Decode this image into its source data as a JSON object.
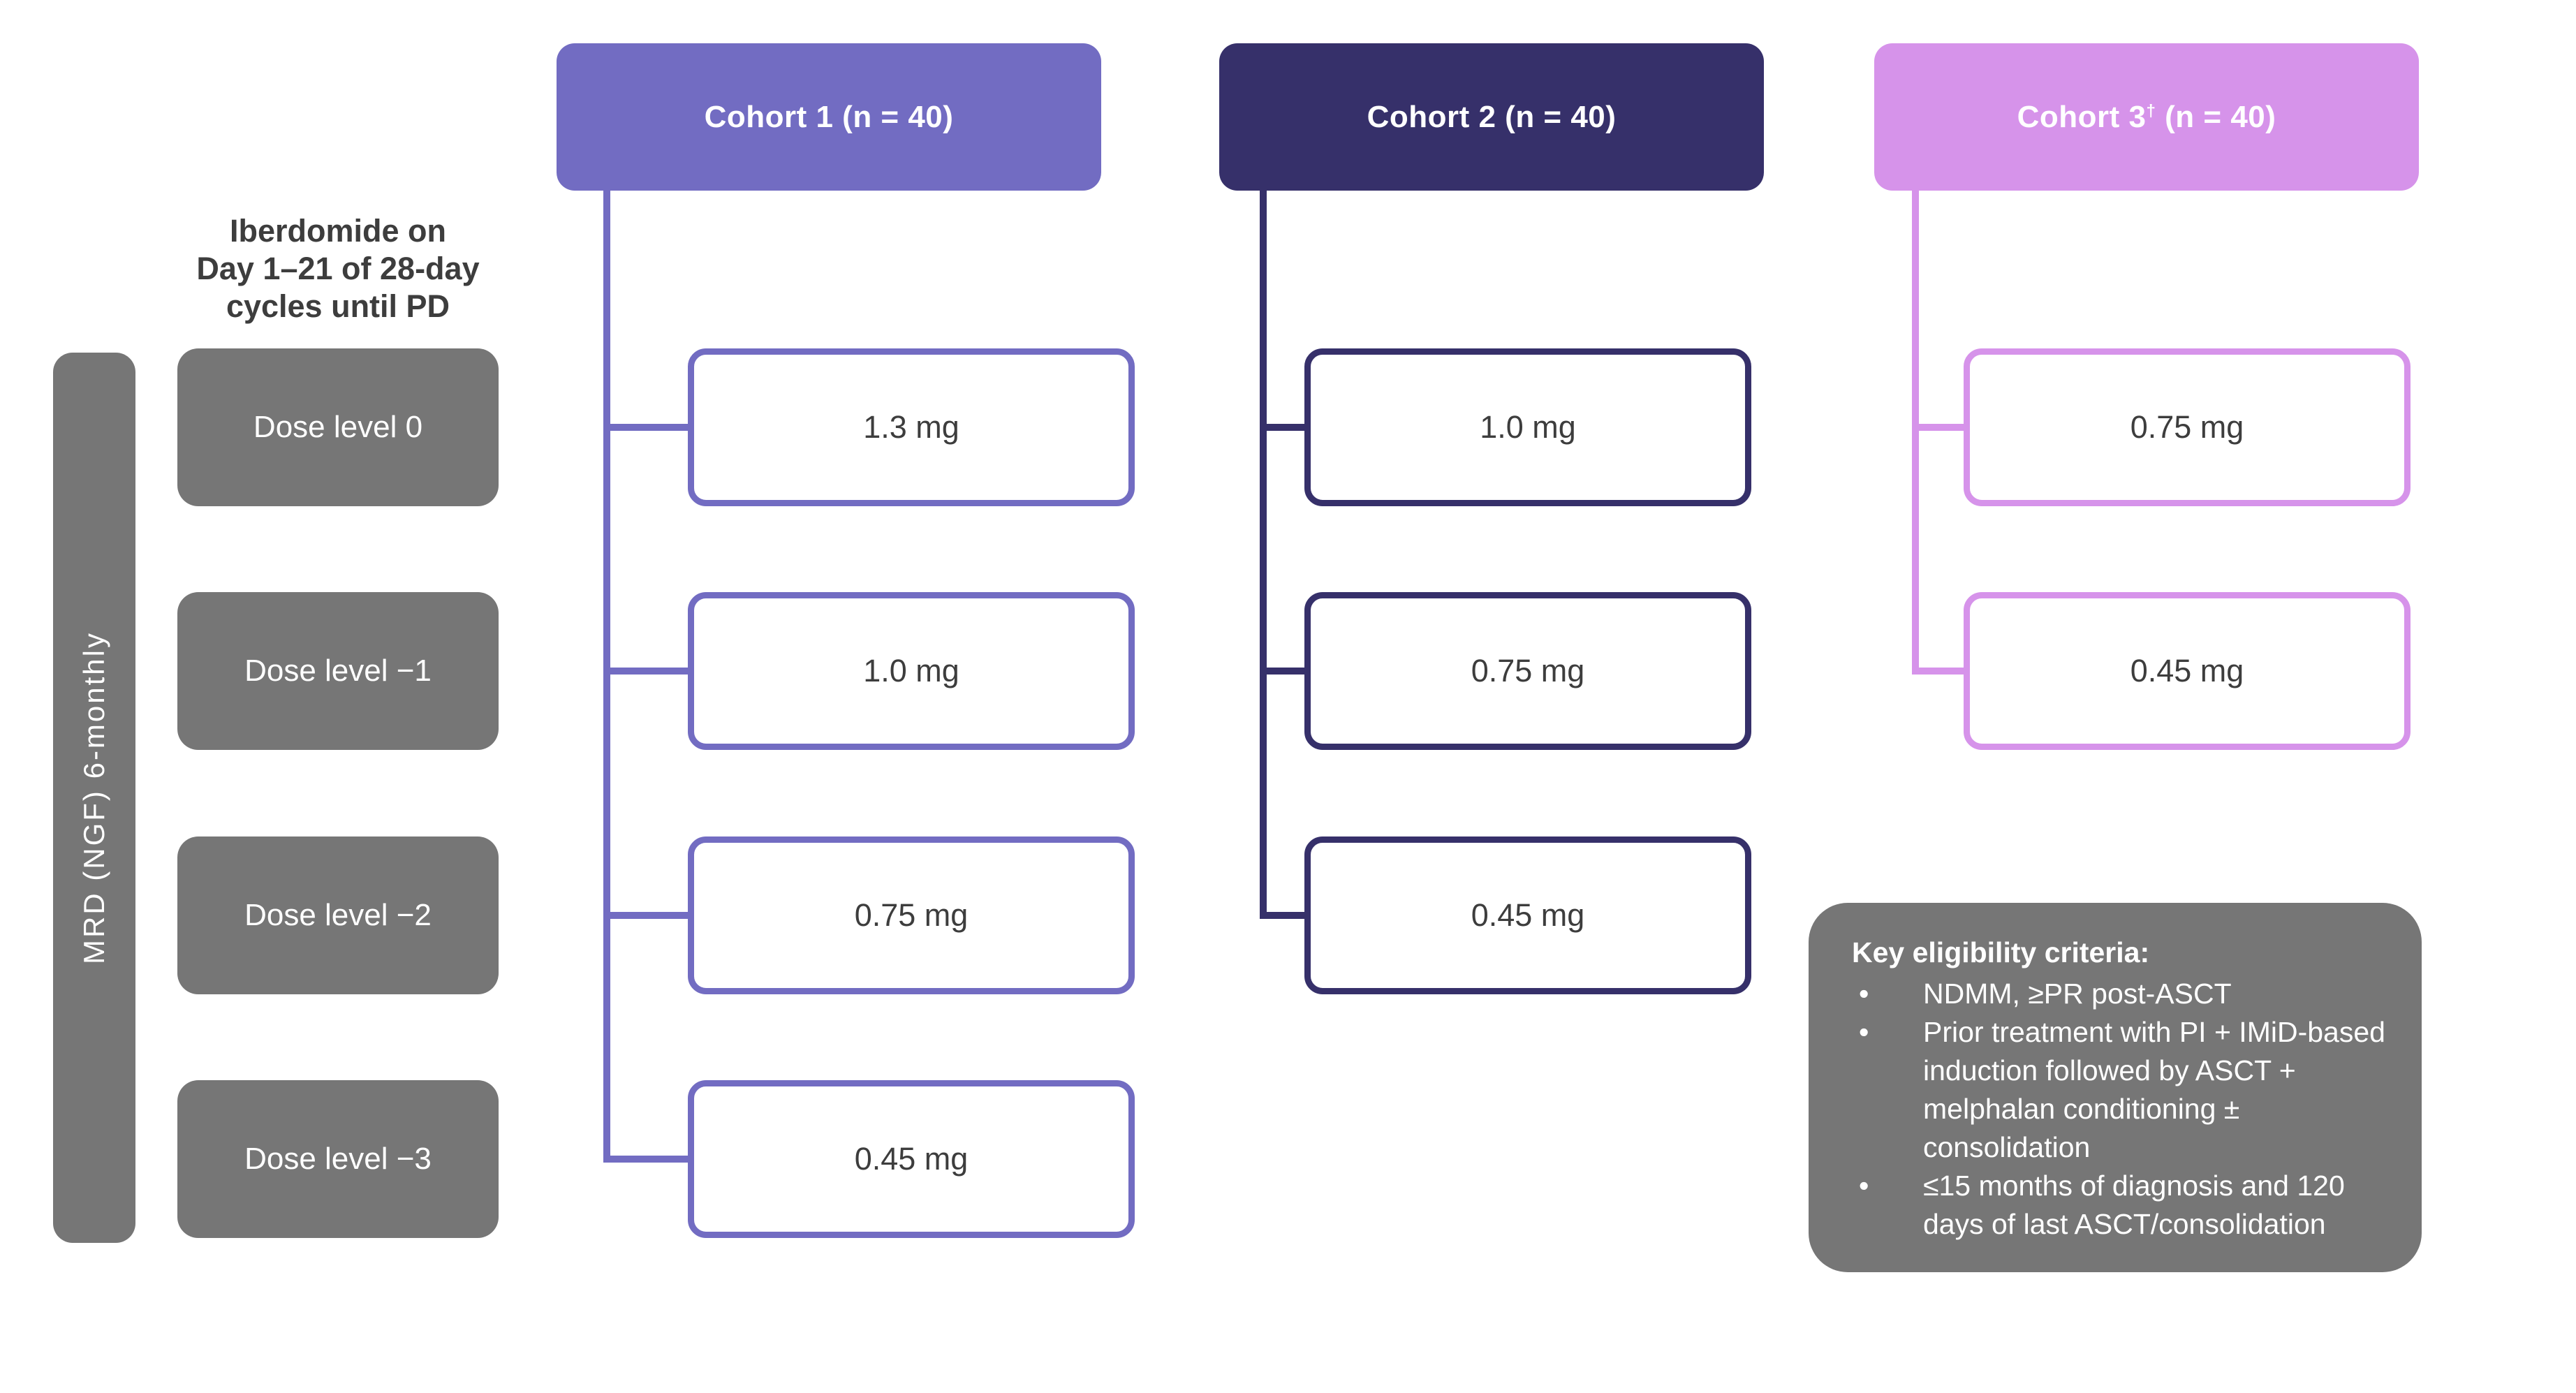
{
  "colors": {
    "cohort1": "#726cc2",
    "cohort2": "#36306a",
    "cohort3": "#d693ea",
    "gray": "#767676",
    "text_dark": "#3d3d3d"
  },
  "left_panel": {
    "schedule_note_lines": [
      "Iberdomide on",
      "Day 1–21 of 28-day",
      "cycles until PD"
    ],
    "mrd_label": "MRD (NGF) 6-monthly",
    "dose_levels": [
      "Dose level 0",
      "Dose level −1",
      "Dose level −2",
      "Dose level −3"
    ]
  },
  "cohorts": [
    {
      "label": "Cohort 1 (n = 40)",
      "doses": [
        "1.3 mg",
        "1.0 mg",
        "0.75 mg",
        "0.45 mg"
      ]
    },
    {
      "label": "Cohort 2 (n = 40)",
      "doses": [
        "1.0 mg",
        "0.75 mg",
        "0.45 mg"
      ]
    },
    {
      "label_pre": "Cohort 3",
      "label_sup": "†",
      "label_post": " (n = 40)",
      "doses": [
        "0.75 mg",
        "0.45 mg"
      ]
    }
  ],
  "eligibility": {
    "title": "Key eligibility criteria:",
    "bullets": [
      "NDMM, ≥PR post-ASCT",
      "Prior treatment with PI + IMiD-based induction followed by ASCT + melphalan conditioning ± consolidation",
      "≤15 months of diagnosis and 120 days of last ASCT/consolidation"
    ]
  }
}
